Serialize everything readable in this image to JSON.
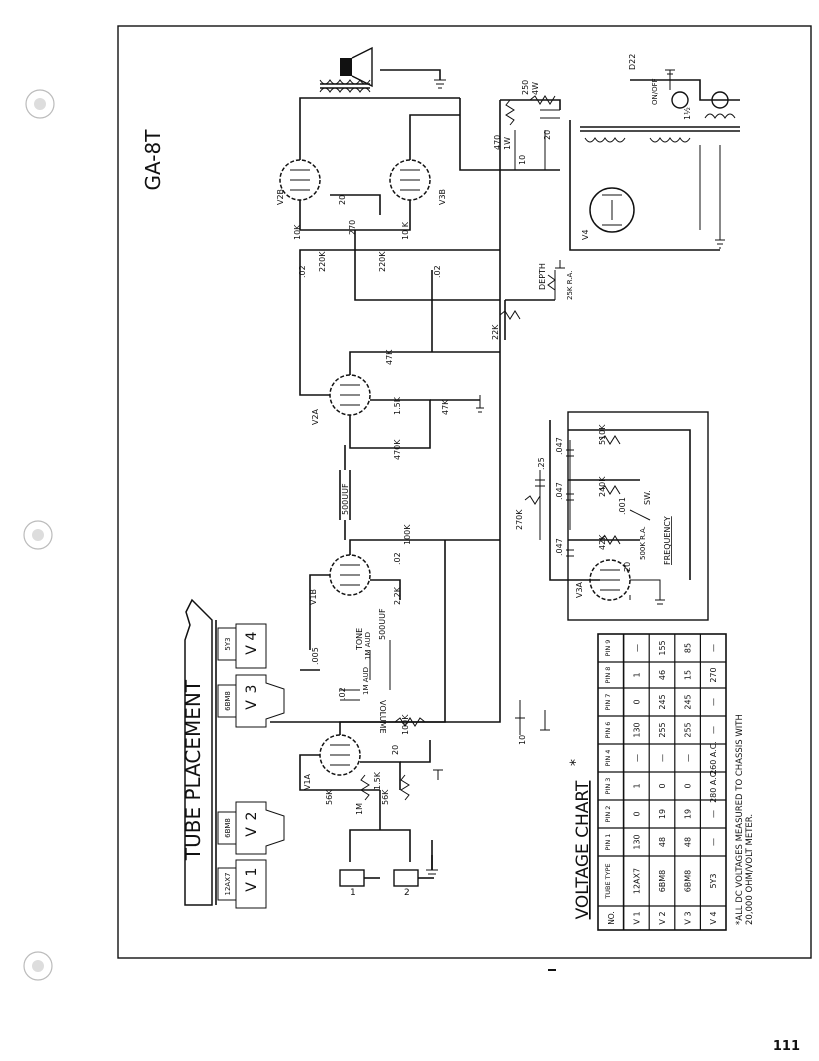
{
  "page": {
    "model_label": "GA-8T",
    "page_number": "111"
  },
  "tube_placement": {
    "title": "TUBE   PLACEMENT",
    "tubes": [
      {
        "type": "12AX7",
        "id": "V",
        "num": "1"
      },
      {
        "type": "6BM8",
        "id": "V",
        "num": "2"
      },
      {
        "type": "6BM8",
        "id": "V",
        "num": "3"
      },
      {
        "type": "5Y3",
        "id": "V",
        "num": "4"
      }
    ]
  },
  "voltage_chart": {
    "title": "VOLTAGE  CHART",
    "asterisk": "*",
    "headers": [
      "NO.",
      "TUBE TYPE",
      "PIN 1",
      "PIN 2",
      "PIN 3",
      "PIN 4",
      "PIN 6",
      "PIN 7",
      "PIN 8",
      "PIN 9"
    ],
    "rows": [
      [
        "V 1",
        "12AX7",
        "130",
        "0",
        "1",
        "—",
        "130",
        "0",
        "1",
        "—"
      ],
      [
        "V 2",
        "6BM8",
        "48",
        "19",
        "0",
        "—",
        "255",
        "245",
        "46",
        "155"
      ],
      [
        "V 3",
        "6BM8",
        "48",
        "19",
        "0",
        "—",
        "255",
        "245",
        "15",
        "85"
      ],
      [
        "V 4",
        "5Y3",
        "—",
        "—",
        "280 A.C.",
        "260 A.C.",
        "—",
        "—",
        "270",
        "—"
      ]
    ],
    "footnote_line1": "*ALL DC VOLTAGES MEASURED TO CHASSIS WITH",
    "footnote_line2": "20,000 OHM/VOLT METER."
  },
  "schematic_labels": {
    "v1a": "V1A",
    "v1b": "V1B",
    "v2a": "V2A",
    "v2b": "V2B",
    "v3a": "V3A",
    "v3b": "V3B",
    "v4": "V4",
    "r_56k_a": "56K",
    "r_56k_b": "56K",
    "r_1m_in": "1M",
    "r_1_5k": "1.5K",
    "c_20_cath": "20",
    "c_10_sup": "10",
    "r_100k_v1a": "100K",
    "c_02_a": ".02",
    "vol": "VOLUME",
    "vol_pot": "1M AUD",
    "tone": "TONE",
    "tone_pot": "1M AUD",
    "c_005": ".005",
    "c_500uuf_tone": "500UUF",
    "r_2_2k": "2.2K",
    "c_02_b": ".02",
    "r_100k_v1b": "100K",
    "c_500uuf": "500UUF",
    "r_470k": "470K",
    "r_1_5k_v2a": "1.5K",
    "r_47k": "47K",
    "r_47k_b": "47K",
    "r_22k": "22K",
    "r_270k": "270K",
    "c_25": ".25",
    "c_02_l": ".02",
    "c_02_r": ".02",
    "r_220k_a": "220K",
    "r_220k_b": "220K",
    "r_10k_a": "10K",
    "r_10k_b": "10 K",
    "r_270_cath": "270",
    "c_20_cath2": "20",
    "r_470_1w": "470",
    "r_470_1w_b": "1W",
    "c_10": "10",
    "c_20_filt": "20",
    "r_250": "250",
    "r_250_b": "4W",
    "depth": "DEPTH",
    "depth_pot": "25K R.A.",
    "r_510k": "510K",
    "c_047_a": ".047",
    "c_047_b": ".047",
    "c_047_c": ".047",
    "r_240k": "240K",
    "r_42k": "42K",
    "c_001": ".001",
    "sw": "SW.",
    "freq_pot": "500K R.A.",
    "frequency": "FREQUENCY",
    "c_20_v3a": "20",
    "d22": "D22",
    "onoff": "ON/OFF",
    "fuse": "1½"
  }
}
